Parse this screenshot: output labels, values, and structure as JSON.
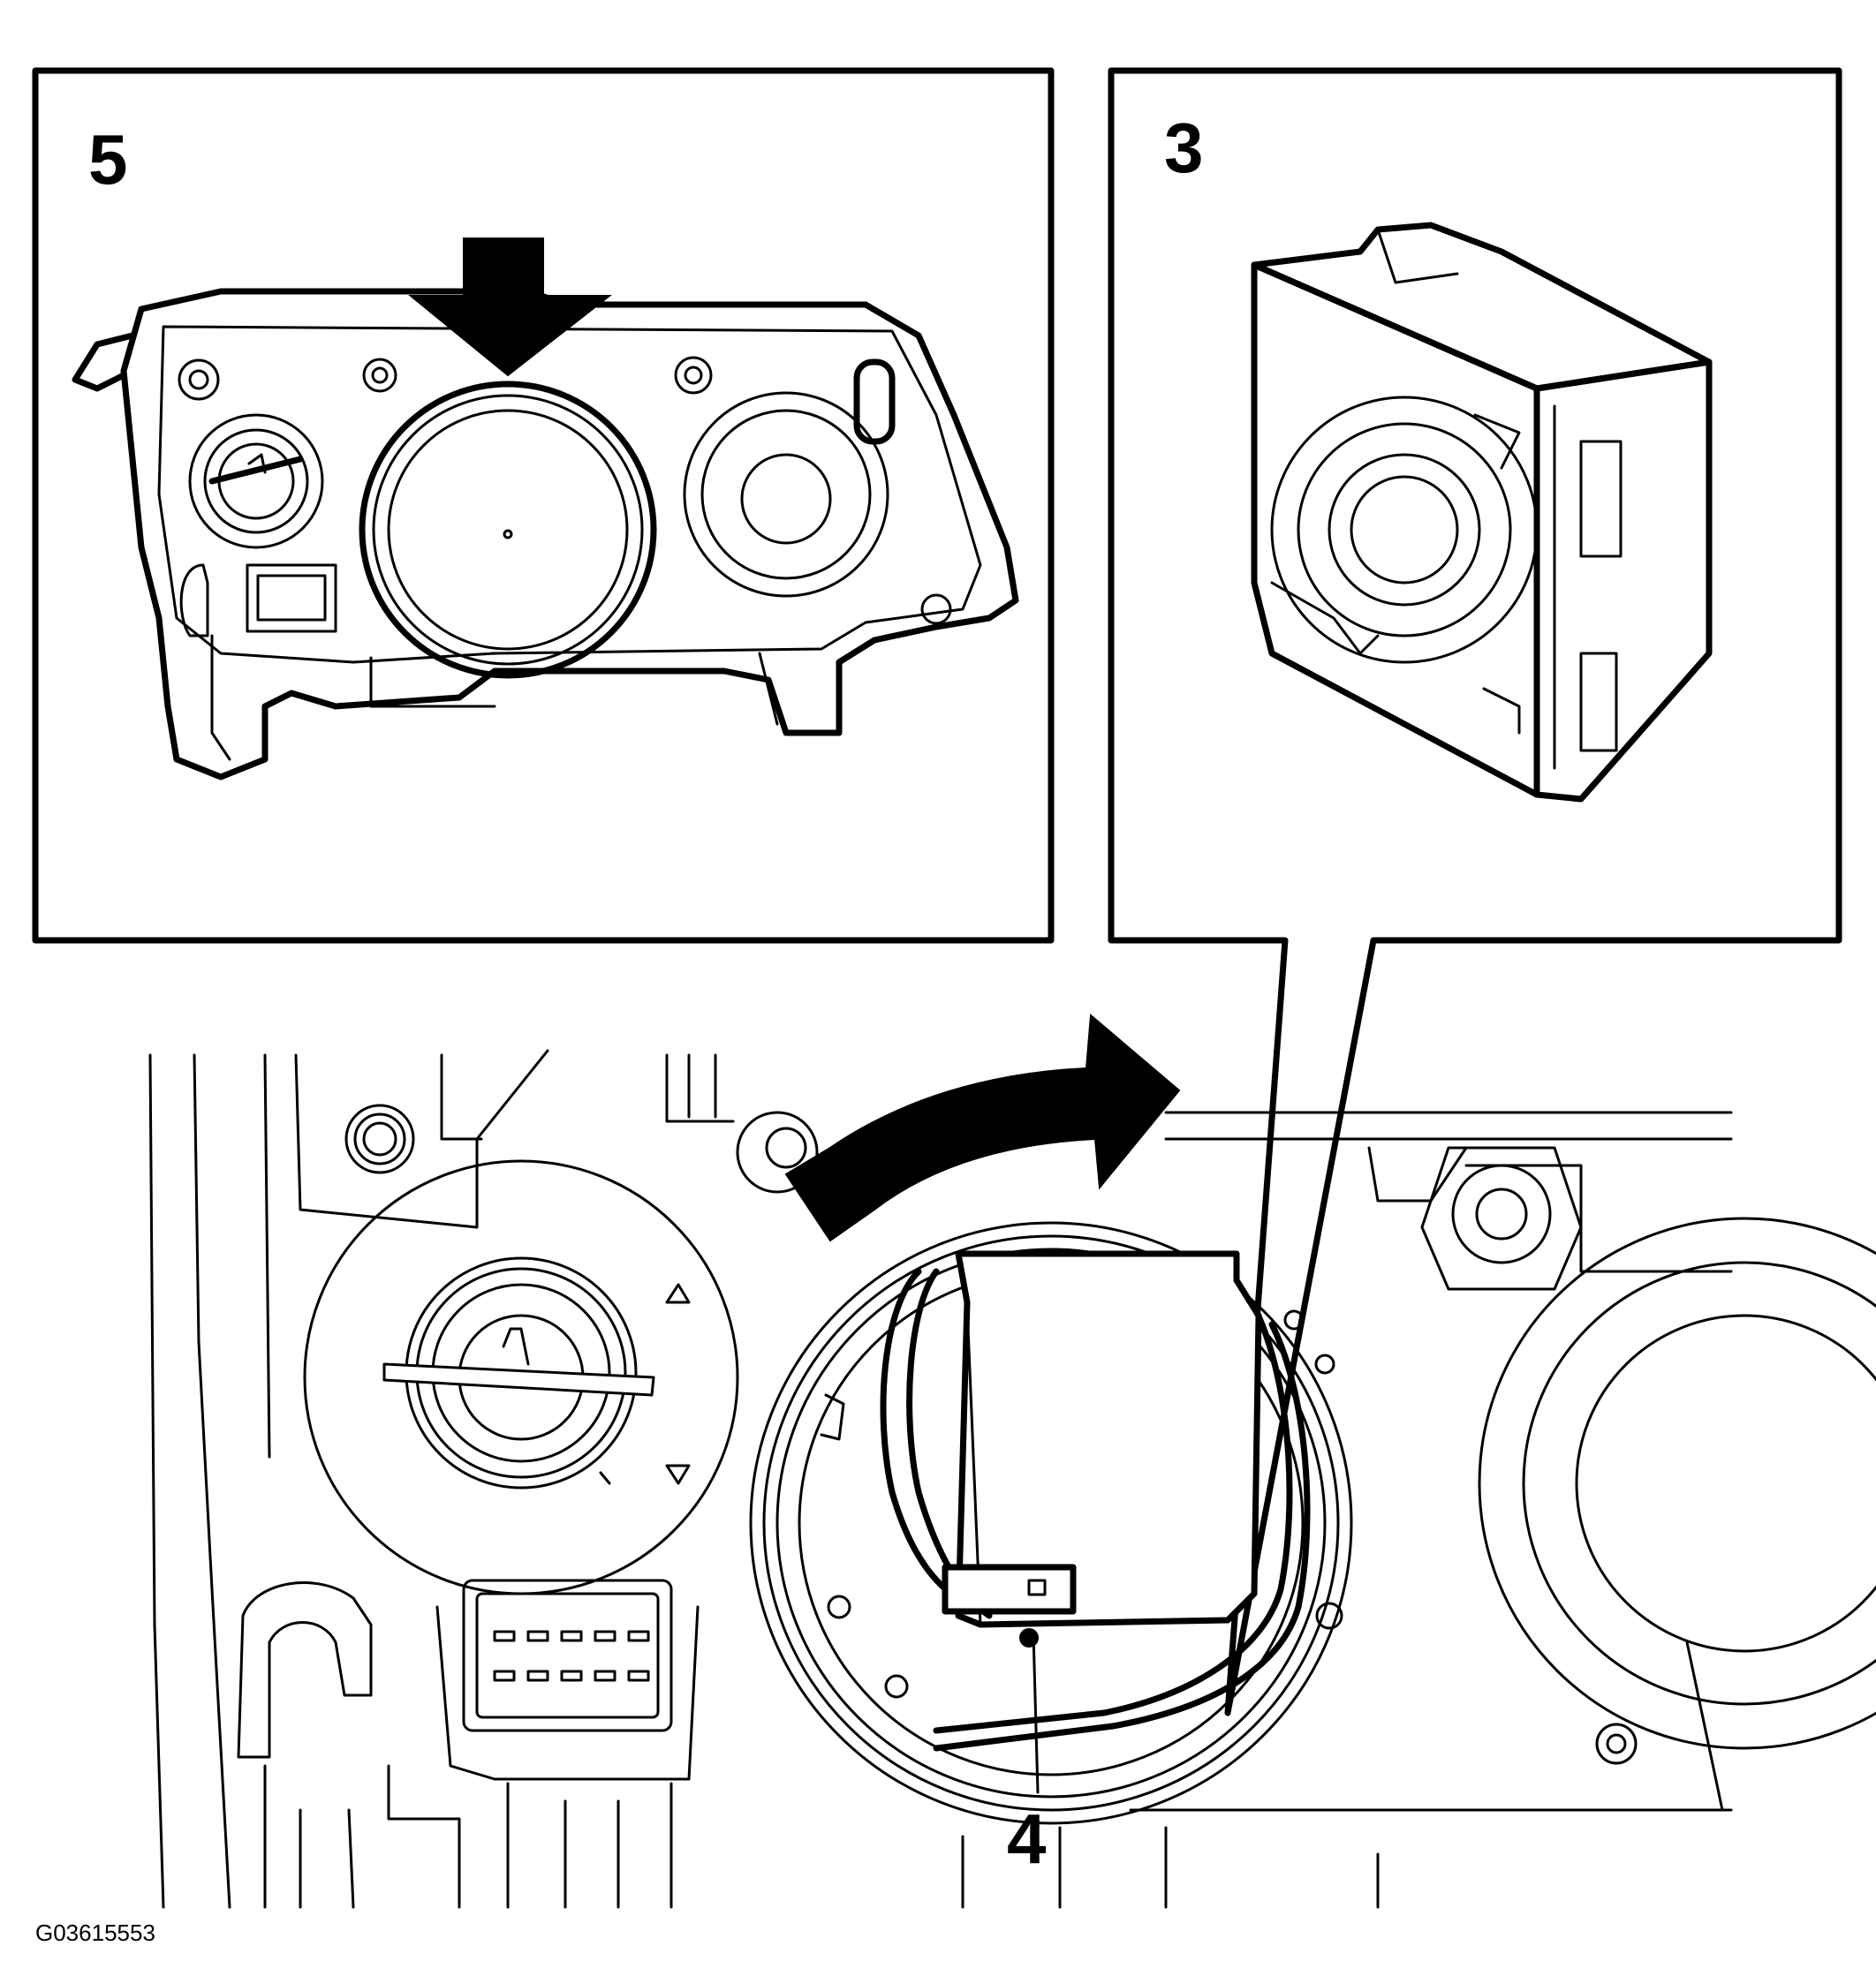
{
  "callouts": {
    "panel_left": "5",
    "panel_right": "3",
    "main_pointer": "4"
  },
  "figure_id": "G03615553",
  "icons": [
    "headlamp-assembly-icon",
    "ballast-unit-icon",
    "rotate-arrow-icon",
    "push-arrow-icon"
  ]
}
